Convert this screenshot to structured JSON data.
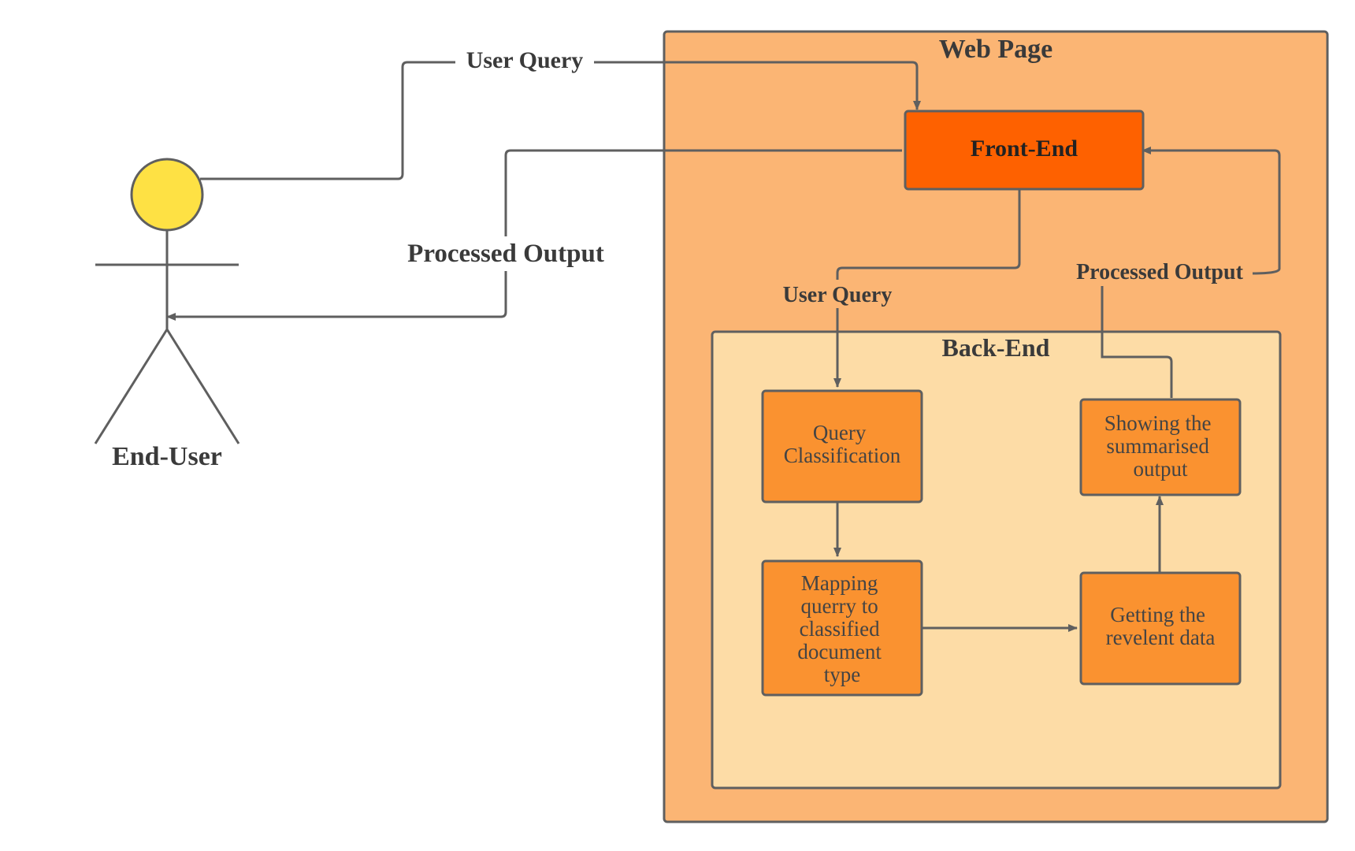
{
  "colors": {
    "web_page_fill": "#fbb574",
    "back_end_fill": "#fddca6",
    "front_end_fill": "#fe6100",
    "process_box_fill": "#fa9230",
    "actor_head_fill": "#fee144",
    "line": "#5f5f5f",
    "text": "#3a3a3a"
  },
  "actor": {
    "label": "End-User"
  },
  "containers": {
    "web_page": "Web Page",
    "back_end": "Back-End"
  },
  "nodes": {
    "front_end": "Front-End",
    "query_classification": [
      "Query",
      "Classification"
    ],
    "mapping": [
      "Mapping",
      "querry to",
      "classified",
      "document",
      "type"
    ],
    "getting_data": [
      "Getting the",
      "revelent data"
    ],
    "showing_output": [
      "Showing the",
      "summarised",
      "output"
    ]
  },
  "edges": {
    "user_to_frontend": "User Query",
    "frontend_to_user": "Processed Output",
    "frontend_to_backend": "User Query",
    "backend_to_frontend": "Processed Output"
  }
}
